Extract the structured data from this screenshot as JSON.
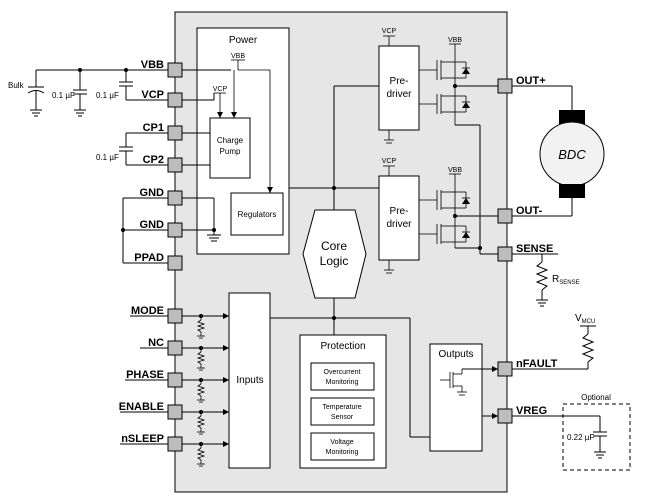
{
  "pins_left": [
    "VBB",
    "VCP",
    "CP1",
    "CP2",
    "GND",
    "GND",
    "PPAD",
    "MODE",
    "NC",
    "PHASE",
    "ENABLE",
    "nSLEEP"
  ],
  "pins_right": [
    "OUT+",
    "OUT-",
    "SENSE",
    "nFAULT",
    "VREG"
  ],
  "blocks": {
    "power": "Power",
    "charge_pump": [
      "Charge",
      "Pump"
    ],
    "regulators": "Regulators",
    "predriver": [
      "Pre-",
      "driver"
    ],
    "core_logic": [
      "Core",
      "Logic"
    ],
    "inputs": "Inputs",
    "protection": "Protection",
    "overcurrent": [
      "Overcurrent",
      "Monitoring"
    ],
    "temperature": [
      "Temperature",
      "Sensor"
    ],
    "voltage": [
      "Voltage",
      "Monitoring"
    ],
    "outputs": "Outputs",
    "motor": "BDC"
  },
  "labels": {
    "bulk": "Bulk",
    "cap_01uf": "0.1 µF",
    "cap_022uf": "0.22 µF",
    "vbb": "VBB",
    "vcp": "VCP",
    "rsense_main": "R",
    "rsense_sub": "SENSE",
    "vmcu_main": "V",
    "vmcu_sub": "MCU",
    "optional": "Optional"
  },
  "colors": {
    "chip_fill": "#e6e6e6",
    "pin_fill": "#bdbdbd",
    "motor_fill": "#f2f2f2"
  }
}
